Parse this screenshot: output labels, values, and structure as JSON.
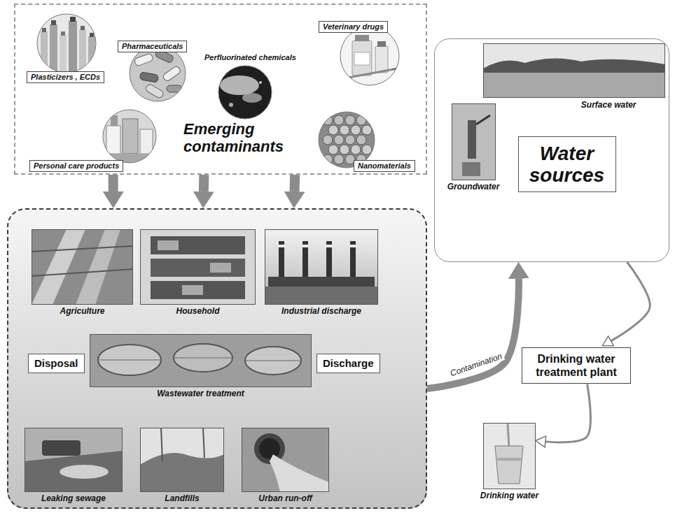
{
  "diagram": {
    "nodes": [
      {
        "text": [
          "Emerging contaminants"
        ]
      },
      {
        "text": [
          "Plasticizers , ECDs"
        ],
        "in": 0
      },
      {
        "text": [
          "Pharmaceuticals"
        ],
        "in": 0
      },
      {
        "text": [
          "Veterinary drugs"
        ],
        "in": 0
      },
      {
        "text": [
          "Personal care products"
        ],
        "in": 0
      },
      {
        "text": [
          "Nanomaterials"
        ],
        "in": 0
      },
      {
        "text": [
          "Disposal",
          "Discharge"
        ]
      },
      {
        "text": [
          "Agriculture"
        ],
        "in": 6
      },
      {
        "text": [
          "Household"
        ],
        "in": 6
      },
      {
        "text": [
          "Industrial discharge"
        ],
        "in": 6
      },
      {
        "text": [
          "Wastewater treatment"
        ],
        "in": 6
      },
      {
        "text": [
          "Leaking sewage"
        ],
        "in": 6
      },
      {
        "text": [
          "Landfills"
        ],
        "in": 6
      },
      {
        "text": [
          "Urban run-off"
        ],
        "in": 6
      },
      {
        "text": [
          "Water sources"
        ]
      },
      {
        "text": [
          "Surface water"
        ],
        "in": 14
      },
      {
        "text": [
          "Groundwater"
        ],
        "in": 14
      },
      {
        "text": [
          "Drinking water treatment plant"
        ]
      },
      {
        "text": [
          "Drinking water"
        ]
      }
    ],
    "edges": [
      {
        "from": 0,
        "to": 6,
        "arrow": "to"
      },
      {
        "from": 0,
        "to": 6,
        "arrow": "to"
      },
      {
        "from": 0,
        "to": 6,
        "arrow": "to"
      },
      {
        "from": 6,
        "to": 14,
        "label": "Contamination",
        "arrow": "to"
      },
      {
        "from": 14,
        "to": 17,
        "arrow": "to"
      },
      {
        "from": 17,
        "to": 18,
        "arrow": "to"
      }
    ],
    "labels": [
      "Perfluorinated chemicals"
    ]
  }
}
